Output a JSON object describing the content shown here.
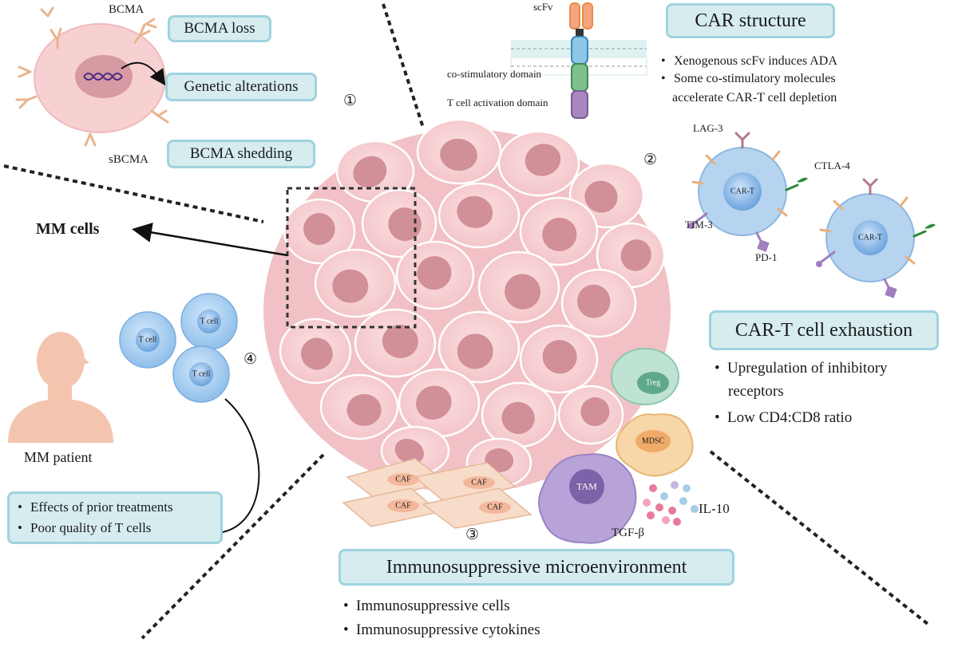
{
  "panel1": {
    "bcma_label": "BCMA",
    "sbcma_label": "sBCMA",
    "boxes": [
      "BCMA loss",
      "Genetic alterations",
      "BCMA shedding"
    ],
    "number": "①"
  },
  "panel2": {
    "title": "CAR structure",
    "scfv_label": "scFv",
    "costim_label": "co-stimulatory domain",
    "activation_label": "T cell activation domain",
    "bullets": [
      "Xenogenous scFv induces ADA",
      "Some co-stimulatory molecules",
      "accelerate CAR-T cell depletion"
    ],
    "number": "②",
    "receptors": [
      "LAG-3",
      "CTLA-4",
      "TIM-3",
      "PD-1"
    ],
    "cart_label": "CAR-T",
    "exhaustion_title": "CAR-T cell exhaustion",
    "exhaustion_bullets": [
      "Upregulation of inhibitory",
      "receptors",
      "Low CD4:CD8 ratio"
    ]
  },
  "panel3": {
    "number": "③",
    "caf_label": "CAF",
    "treg_label": "Treg",
    "mdsc_label": "MDSC",
    "tam_label": "TAM",
    "il10_label": "IL-10",
    "tgf_label": "TGF-β",
    "title": "Immunosuppressive microenvironment",
    "bullets": [
      "Immunosuppressive cells",
      "Immunosuppressive cytokines"
    ]
  },
  "panel4": {
    "number": "④",
    "tcell_label": "T cell",
    "patient_label": "MM patient",
    "bullets": [
      "Effects of prior treatments",
      "Poor quality of T cells"
    ]
  },
  "center": {
    "mm_cells_label": "MM cells"
  },
  "colors": {
    "box_fill": "#d6ecef",
    "box_border": "#9fd3df",
    "tumor_cell": "#f4c9cc",
    "tumor_nucleus": "#d18f98",
    "tcell": "#a6cdf0",
    "tam": "#b7a3d8"
  }
}
